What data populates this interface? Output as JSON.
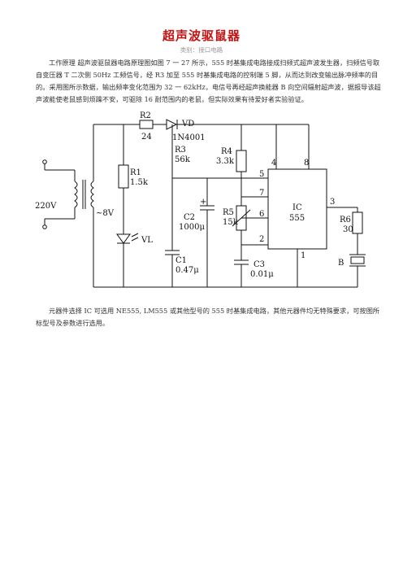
{
  "article": {
    "title": "超声波驱鼠器",
    "category": "类别：接口电路",
    "paragraph1": "工作原理 超声波驱鼠器电路原理图如图 7 一 27 所示，555 时基集成电路接成扫频式超声波发生器，扫频信号取自变压器 T 二次侧 50Hz 工频信号，经 R3 加至 555 时基集成电路的控制端 5 脚，从而达到改变输出脉冲频率的目的。采用图所示数据，输出频率变化范围为 32 一 62kHz，电信号再经超声换能器 B 向空间辐射超声波，据报导该超声波能使老鼠感到烦躁不安，可驱除 16 耐范围内的老鼠，但实际效果有待爱好者实验验证。",
    "paragraph2": "元器件选择 IC 可选用 NE555, LM555 或其他型号的 555 时基集成电路，其他元器件均无特殊要求，可按图所标型号及参数进行选用。"
  },
  "circuit": {
    "mains": "220V",
    "secondary": "~8V",
    "r2_name": "R2",
    "r2_value": "24",
    "vd_name": "VD",
    "vd_value": "1N4001",
    "r3_name": "R3",
    "r3_value": "56k",
    "r4_name": "R4",
    "r4_value": "3.3k",
    "r1_name": "R1",
    "r1_value": "1.5k",
    "led_name": "VL",
    "c2_name": "C2",
    "c2_value": "1000μ",
    "c1_name": "C1",
    "c1_value": "0.47μ",
    "r5_name": "R5",
    "r5_value": "15k",
    "c3_name": "C3",
    "c3_value": "0.01μ",
    "ic_name": "IC",
    "ic_value": "555",
    "r6_name": "R6",
    "r6_value": "30",
    "b_name": "B",
    "pin4": "4",
    "pin8": "8",
    "pin5": "5",
    "pin7": "7",
    "pin6": "6",
    "pin2": "2",
    "pin3": "3",
    "pin1": "1",
    "plus": "+"
  }
}
